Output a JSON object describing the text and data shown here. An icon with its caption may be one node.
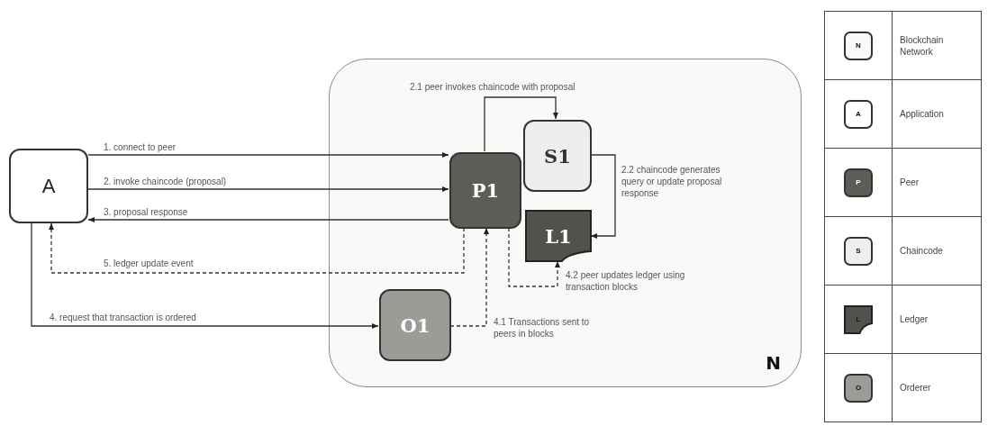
{
  "diagram": {
    "nodes": [
      {
        "text": [
          "N"
        ]
      },
      {
        "text": [
          "A"
        ]
      },
      {
        "text": [
          "P1"
        ],
        "in": 0
      },
      {
        "text": [
          "S1"
        ],
        "in": 0
      },
      {
        "text": [
          "L1"
        ],
        "in": 0
      },
      {
        "text": [
          "O1"
        ],
        "in": 0
      }
    ],
    "edges": [
      {
        "from": 1,
        "to": 2,
        "arrow": "to",
        "label": "1. connect to peer"
      },
      {
        "from": 1,
        "to": 2,
        "arrow": "to",
        "label": "2. invoke chaincode (proposal)"
      },
      {
        "from": 2,
        "to": 1,
        "arrow": "to",
        "label": "3. proposal response"
      },
      {
        "from": 2,
        "to": 1,
        "arrow": "to",
        "label": "5. ledger update event",
        "style": "dashed"
      },
      {
        "from": 1,
        "to": 5,
        "arrow": "to",
        "label": "4. request that transaction is ordered"
      },
      {
        "from": 2,
        "to": 3,
        "arrow": "to",
        "label": "2.1 peer invokes chaincode with proposal"
      },
      {
        "from": 3,
        "to": 4,
        "arrow": "to",
        "label": "2.2 chaincode generates query or update proposal response"
      },
      {
        "from": 5,
        "to": 2,
        "arrow": "to",
        "label": "4.1 Transactions sent to peers in blocks",
        "style": "dashed"
      },
      {
        "from": 2,
        "to": 4,
        "arrow": "to",
        "label": "4.2 peer updates ledger using transaction blocks",
        "style": "dashed"
      }
    ],
    "labels": [
      "N",
      "A",
      "P",
      "S",
      "L",
      "O"
    ],
    "legend": [
      {
        "text": "Blockchain Network"
      },
      {
        "text": "Application"
      },
      {
        "text": "Peer"
      },
      {
        "text": "Chaincode"
      },
      {
        "text": "Ledger"
      },
      {
        "text": "Orderer"
      }
    ]
  }
}
